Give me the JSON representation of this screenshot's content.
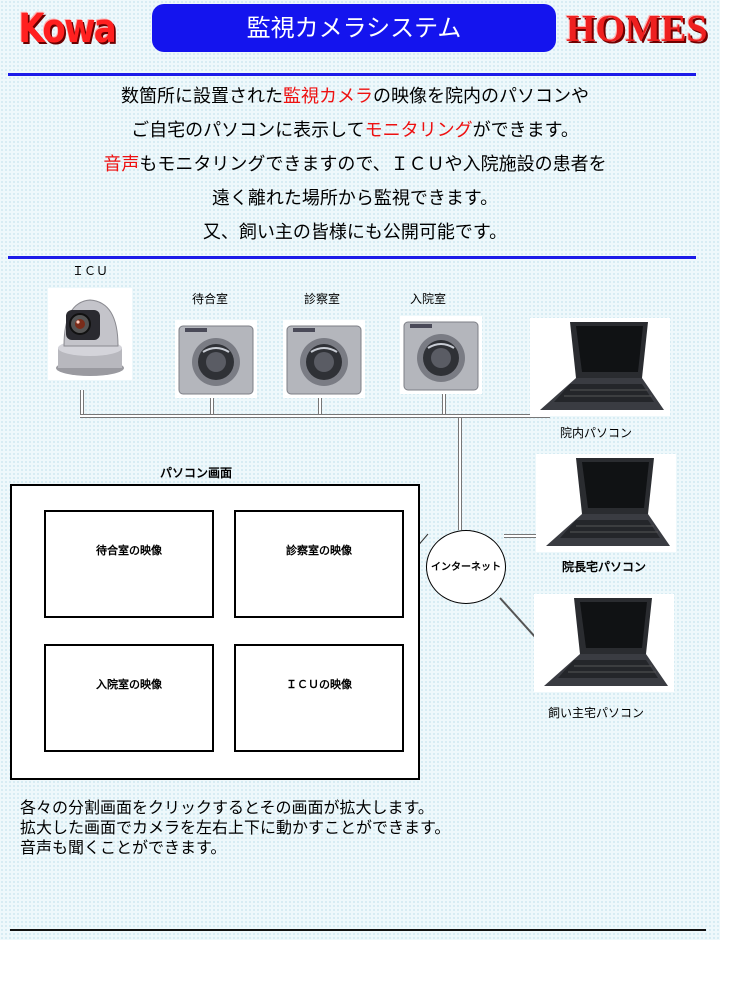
{
  "header": {
    "logo_left": "Kowa",
    "title": "監視カメラシステム",
    "logo_right": "HOMES"
  },
  "intro": {
    "line1": [
      {
        "text": "数箇所に設置された",
        "red": false
      },
      {
        "text": "監視カメラ",
        "red": true
      },
      {
        "text": "の映像を院内のパソコンや",
        "red": false
      }
    ],
    "line2": [
      {
        "text": "ご自宅のパソコンに表示して",
        "red": false
      },
      {
        "text": "モニタリング",
        "red": true
      },
      {
        "text": "ができます。",
        "red": false
      }
    ],
    "line3": [
      {
        "text": "音声",
        "red": true
      },
      {
        "text": "もモニタリングできますので、ＩＣＵや入院施設の患者を",
        "red": false
      }
    ],
    "line4": [
      {
        "text": "遠く離れた場所から監視できます。",
        "red": false
      }
    ],
    "line5": [
      {
        "text": "又、飼い主の皆様にも公開可能です。",
        "red": false
      }
    ]
  },
  "cameras": {
    "icu": "ＩＣＵ",
    "waiting": "待合室",
    "exam": "診察室",
    "ward": "入院室"
  },
  "pcs": {
    "clinic": "院内パソコン",
    "director": "院長宅パソコン",
    "owner": "飼い主宅パソコン"
  },
  "internet": "インターネット",
  "screen": {
    "title": "パソコン画面",
    "panes": [
      "待合室の映像",
      "診察室の映像",
      "入院室の映像",
      "ＩＣＵの映像"
    ]
  },
  "footer": [
    "各々の分割画面をクリックするとその画面が拡大します。",
    "拡大した画面でカメラを左右上下に動かすことができます。",
    "音声も聞くことができます。"
  ],
  "colors": {
    "title_bar": "#1414ee",
    "accent_red": "#ee1111",
    "rule_blue": "#1a1ae8"
  }
}
